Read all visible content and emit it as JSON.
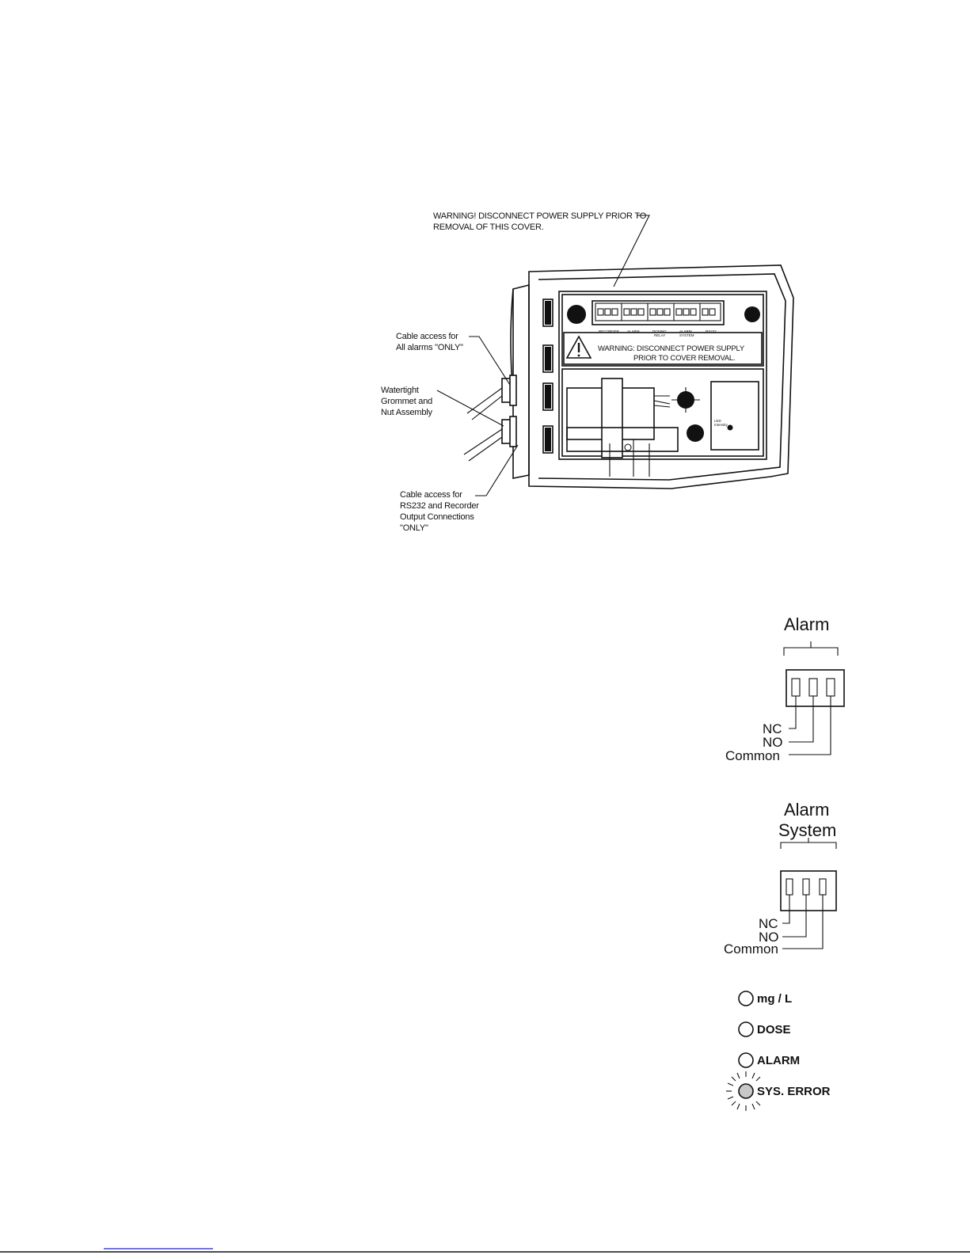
{
  "cover_diagram": {
    "top_warning": [
      "WARNING! DISCONNECT POWER SUPPLY PRIOR TO",
      "REMOVAL OF THIS COVER."
    ],
    "callout_alarms": [
      "Cable access for",
      "All alarms \"ONLY\""
    ],
    "callout_grommet": [
      "Watertight",
      "Grommet and",
      "Nut Assembly"
    ],
    "callout_rs232": [
      "Cable access for",
      "RS232 and Recorder",
      "Output Connections",
      "\"ONLY\""
    ],
    "inner_warning": [
      "WARNING: DISCONNECT POWER SUPPLY",
      "PRIOR TO COVER REMOVAL."
    ],
    "terminal_labels": [
      "RECORDER",
      "ALARM",
      "DOSING",
      "RELAY",
      "ALARM",
      "SYSTEM",
      "RS232"
    ],
    "led_label": [
      "LED",
      "Intensity"
    ]
  },
  "alarm_terminal": {
    "title": "Alarm",
    "pins": [
      "NC",
      "NO",
      "Common"
    ]
  },
  "alarm_system_terminal": {
    "title_line1": "Alarm",
    "title_line2": "System",
    "pins": [
      "NC",
      "NO",
      "Common"
    ]
  },
  "indicators": [
    {
      "label": "mg / L",
      "state": "off"
    },
    {
      "label": "DOSE",
      "state": "off"
    },
    {
      "label": "ALARM",
      "state": "off"
    },
    {
      "label": "SYS. ERROR",
      "state": "flashing"
    }
  ],
  "colors": {
    "ink": "#111111",
    "led_lit": "#c8c8c8",
    "footer_link": "#1a1aff"
  }
}
